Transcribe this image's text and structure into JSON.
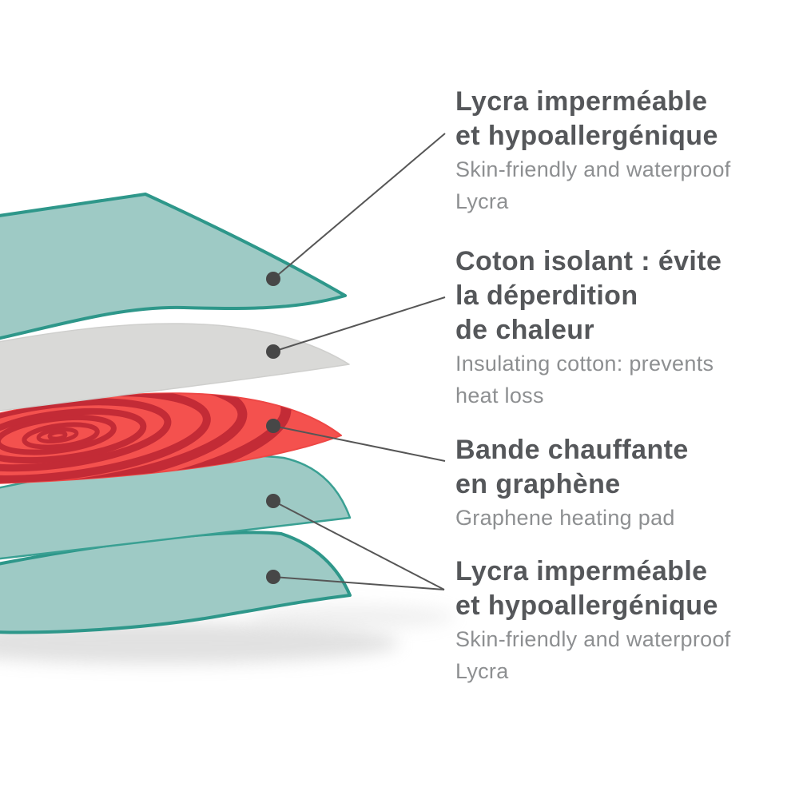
{
  "colors": {
    "teal_fill": "#9ecac5",
    "teal_stroke": "#2e978a",
    "gray_fill": "#d9d9d7",
    "red_fill": "#f4514e",
    "red_ring": "#c32b36",
    "connector": "#565656",
    "text_primary": "#55575a",
    "text_secondary": "#8d8f91"
  },
  "layers": [
    {
      "id": "lycra-top",
      "color": "#9ecac5",
      "name_fr": "Lycra imperméable et hypoallergénique",
      "name_en": "Skin-friendly and waterproof Lycra"
    },
    {
      "id": "cotton",
      "color": "#d9d9d7",
      "name_fr": "Coton isolant : évite la déperdition de chaleur",
      "name_en": "Insulating cotton: prevents heat loss"
    },
    {
      "id": "graphene-pad",
      "color": "#f4514e",
      "name_fr": "Bande chauffante en graphène",
      "name_en": "Graphene heating pad"
    },
    {
      "id": "lycra-mid",
      "color": "#9ecac5",
      "name_fr": "Lycra imperméable et hypoallergénique",
      "name_en": "Skin-friendly and waterproof Lycra"
    },
    {
      "id": "lycra-bottom",
      "color": "#9ecac5",
      "name_fr": "Lycra imperméable et hypoallergénique",
      "name_en": "Skin-friendly and waterproof Lycra"
    }
  ],
  "labels": [
    {
      "fr": [
        "Lycra imperméable",
        "et hypoallergénique"
      ],
      "en": [
        "Skin-friendly and waterproof",
        "Lycra"
      ]
    },
    {
      "fr": [
        "Coton isolant : évite",
        "la déperdition",
        "de chaleur"
      ],
      "en": [
        "Insulating cotton: prevents",
        "heat loss"
      ]
    },
    {
      "fr": [
        "Bande chauffante",
        "en graphène"
      ],
      "en": [
        "Graphene heating pad"
      ]
    },
    {
      "fr": [
        "Lycra imperméable",
        "et hypoallergénique"
      ],
      "en": [
        "Skin-friendly and waterproof",
        "Lycra"
      ]
    }
  ]
}
